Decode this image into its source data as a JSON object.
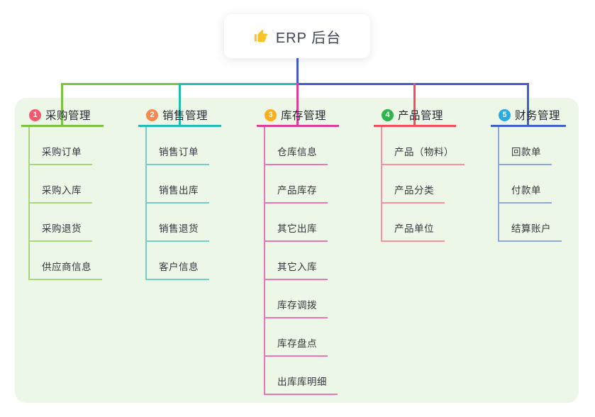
{
  "root": {
    "icon": "thumbs-up-icon",
    "label": "ERP 后台"
  },
  "colors": {
    "stem": "#4459ce",
    "panel_bg": "#edf7e7",
    "root_bg": "#ffffff",
    "icon_yellow": "#f7c325"
  },
  "branches": [
    {
      "num": "1",
      "title": "采购管理",
      "badge_color": "#f4586c",
      "line_color": "#7cc241",
      "child_line_color": "#a9d77e",
      "children": [
        "采购订单",
        "采购入库",
        "采购退货",
        "供应商信息"
      ]
    },
    {
      "num": "2",
      "title": "销售管理",
      "badge_color": "#f7894e",
      "line_color": "#23bcb2",
      "child_line_color": "#73cfc6",
      "children": [
        "销售订单",
        "销售出库",
        "销售退货",
        "客户信息"
      ]
    },
    {
      "num": "3",
      "title": "库存管理",
      "badge_color": "#fbae1b",
      "line_color": "#dd3f97",
      "child_line_color": "#ef74b3",
      "children": [
        "仓库信息",
        "产品库存",
        "其它出库",
        "其它入库",
        "库存调拨",
        "库存盘点",
        "出库库明细"
      ]
    },
    {
      "num": "4",
      "title": "产品管理",
      "badge_color": "#2db54d",
      "line_color": "#f94b5e",
      "child_line_color": "#f9929c",
      "children": [
        "产品（物料）",
        "产品分类",
        "产品单位"
      ]
    },
    {
      "num": "5",
      "title": "财务管理",
      "badge_color": "#2aa8e0",
      "line_color": "#3d60cb",
      "child_line_color": "#8fa5e5",
      "children": [
        "回款单",
        "付款单",
        "结算账户"
      ]
    }
  ]
}
